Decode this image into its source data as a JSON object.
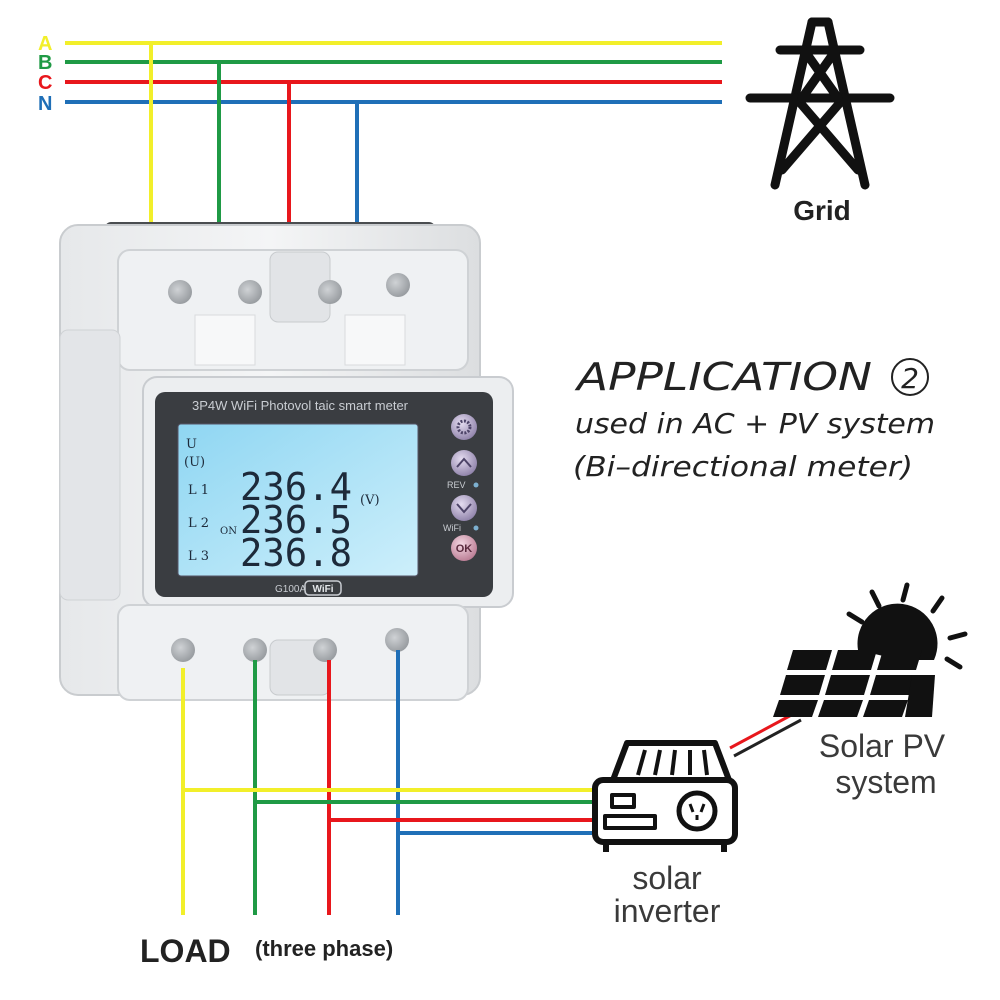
{
  "phases": [
    {
      "label": "A",
      "color": "#f2ef2a"
    },
    {
      "label": "B",
      "color": "#1f9a45"
    },
    {
      "label": "C",
      "color": "#e8171c"
    },
    {
      "label": "N",
      "color": "#1f6fb7"
    }
  ],
  "grid": {
    "label": "Grid",
    "icon": "power-tower-icon"
  },
  "application": {
    "title": "APPLICATION",
    "number": "2",
    "subtitle": "used in AC + PV system",
    "note": "(Bi–directional meter)"
  },
  "meter": {
    "header": "3P4W WiFi Photovol taic smart meter",
    "model": "G100A",
    "wifi_badge": "WiFi",
    "lcd": {
      "u_label": "U",
      "u_paren": "(U)",
      "rows": [
        {
          "label": "L 1",
          "value": "236.4"
        },
        {
          "label": "L 2",
          "value": "236.5"
        },
        {
          "label": "L 3",
          "value": "236.8"
        }
      ],
      "on_label": "ON",
      "unit": "(V)"
    },
    "buttons": {
      "ok_label": "OK",
      "rev_label": "REV",
      "wifi_label": "WiFi"
    }
  },
  "solar": {
    "line1": "Solar PV",
    "line2": "system",
    "icon": "solar-panel-icon"
  },
  "inverter": {
    "line1": "solar",
    "line2": "inverter",
    "icon": "inverter-icon"
  },
  "load": {
    "main": "LOAD",
    "sub": "(three phase)"
  }
}
